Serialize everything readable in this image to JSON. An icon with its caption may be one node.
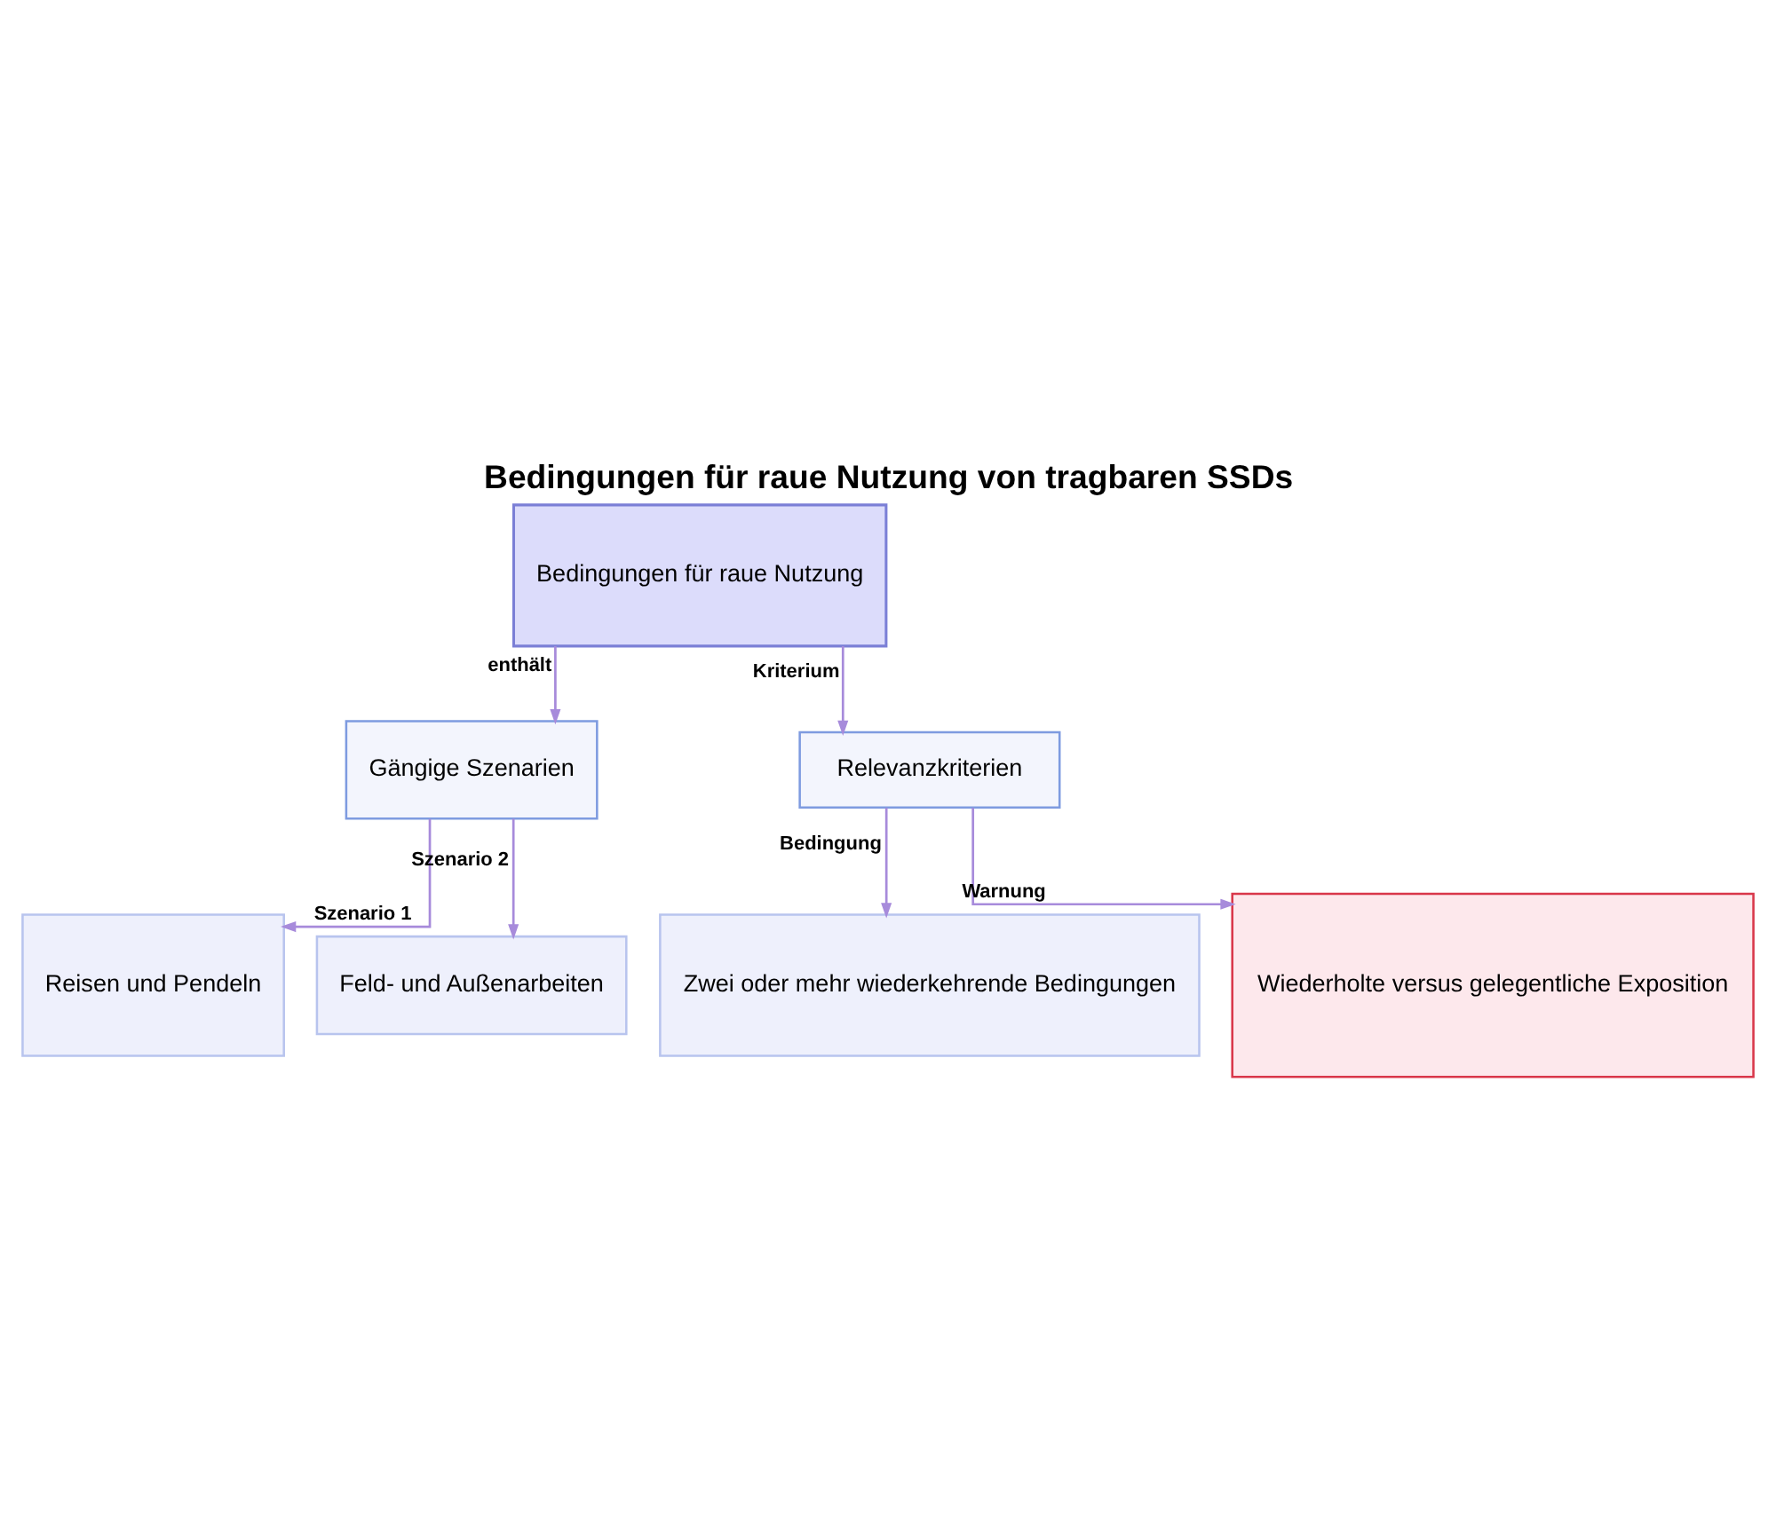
{
  "diagram": {
    "title": "Bedingungen für raue Nutzung von tragbaren SSDs",
    "nodes": [
      {
        "text": [
          "Bedingungen für raue Nutzung"
        ]
      },
      {
        "text": [
          "Gängige Szenarien"
        ]
      },
      {
        "text": [
          "Relevanzkriterien"
        ]
      },
      {
        "text": [
          "Reisen und Pendeln"
        ]
      },
      {
        "text": [
          "Feld- und Außenarbeiten"
        ]
      },
      {
        "text": [
          "Zwei oder mehr wiederkehrende Bedingungen"
        ]
      },
      {
        "text": [
          "Wiederholte versus gelegentliche Exposition"
        ]
      }
    ],
    "edges": [
      {
        "from": 0,
        "to": 1,
        "arrow": "to",
        "label": "enthält"
      },
      {
        "from": 0,
        "to": 2,
        "arrow": "to",
        "label": "Kriterium"
      },
      {
        "from": 1,
        "to": 3,
        "arrow": "to",
        "label": "Szenario 1"
      },
      {
        "from": 1,
        "to": 4,
        "arrow": "to",
        "label": "Szenario 2"
      },
      {
        "from": 2,
        "to": 5,
        "arrow": "to",
        "label": "Bedingung"
      },
      {
        "from": 2,
        "to": 6,
        "arrow": "to",
        "label": "Warnung"
      }
    ]
  }
}
